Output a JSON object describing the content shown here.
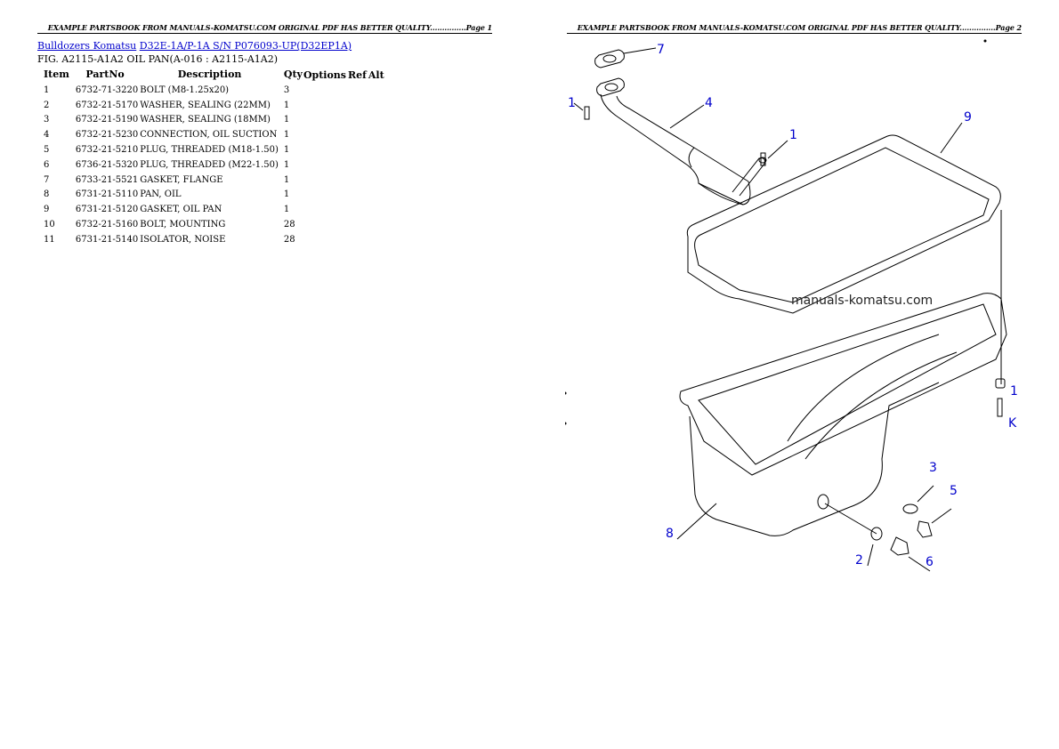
{
  "page_left": {
    "header": "EXAMPLE PARTSBOOK FROM MANUALS-KOMATSU.COM ORIGINAL PDF HAS BETTER QUALITY...............Page 1",
    "breadcrumb": {
      "link1": "Bulldozers Komatsu",
      "link2": "D32E-1A/P-1A S/N P076093-UP(D32EP1A)"
    },
    "fig_title": "FIG. A2115-A1A2 OIL PAN(A-016 : A2115-A1A2)",
    "table": {
      "headers": [
        "Item",
        "PartNo",
        "Description",
        "Qty",
        "Options",
        "Ref",
        "Alt"
      ],
      "rows": [
        {
          "item": "1",
          "part": "6732-71-3220",
          "desc": "BOLT (M8-1.25x20)",
          "qty": "3"
        },
        {
          "item": "2",
          "part": "6732-21-5170",
          "desc": "WASHER, SEALING (22MM)",
          "qty": "1"
        },
        {
          "item": "3",
          "part": "6732-21-5190",
          "desc": "WASHER, SEALING (18MM)",
          "qty": "1"
        },
        {
          "item": "4",
          "part": "6732-21-5230",
          "desc": "CONNECTION, OIL SUCTION",
          "qty": "1"
        },
        {
          "item": "5",
          "part": "6732-21-5210",
          "desc": "PLUG, THREADED (M18-1.50)",
          "qty": "1"
        },
        {
          "item": "6",
          "part": "6736-21-5320",
          "desc": "PLUG, THREADED (M22-1.50)",
          "qty": "1"
        },
        {
          "item": "7",
          "part": "6733-21-5521",
          "desc": "GASKET, FLANGE",
          "qty": "1"
        },
        {
          "item": "8",
          "part": "6731-21-5110",
          "desc": "PAN, OIL",
          "qty": "1"
        },
        {
          "item": "9",
          "part": "6731-21-5120",
          "desc": "GASKET, OIL PAN",
          "qty": "1"
        },
        {
          "item": "10",
          "part": "6732-21-5160",
          "desc": "BOLT, MOUNTING",
          "qty": "28"
        },
        {
          "item": "11",
          "part": "6731-21-5140",
          "desc": "ISOLATOR, NOISE",
          "qty": "28"
        }
      ]
    }
  },
  "page_right": {
    "header": "EXAMPLE PARTSBOOK FROM MANUALS-KOMATSU.COM ORIGINAL PDF HAS BETTER QUALITY...............Page 2",
    "diagram": {
      "watermark": "manuals-komatsu.com",
      "callouts": {
        "c7": "7",
        "c1a": "1",
        "c4": "4",
        "c1b": "1",
        "c9": "9",
        "c11": "1",
        "c10": "K",
        "c3": "3",
        "c5": "5",
        "c8": "8",
        "c2": "2",
        "c6": "6"
      }
    }
  },
  "colors": {
    "link": "#0000cc",
    "callout": "#0000cc",
    "text": "#000000"
  }
}
